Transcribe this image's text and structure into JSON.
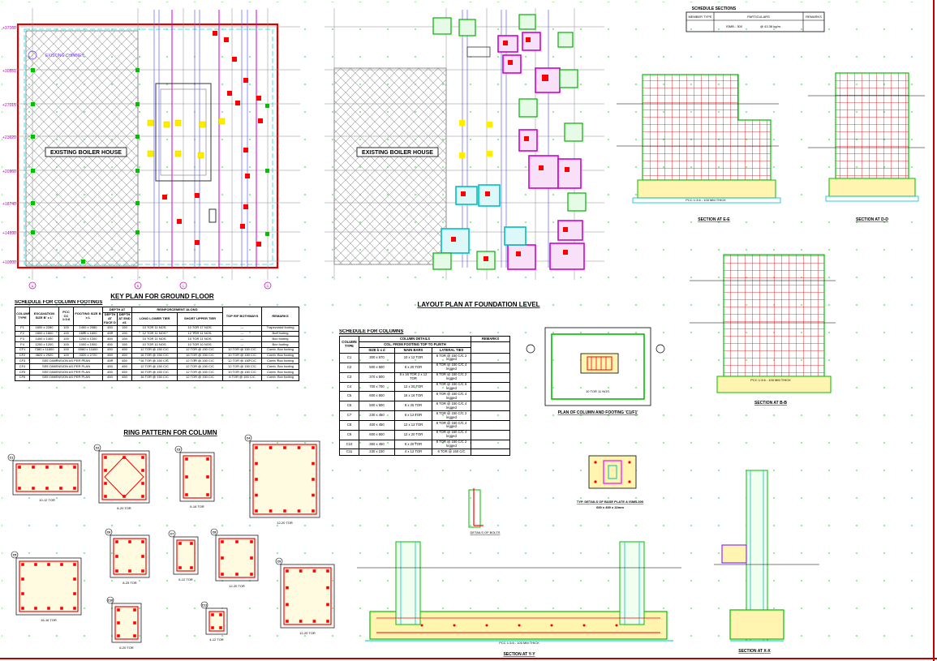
{
  "key_plan": {
    "title": "KEY PLAN FOR GROUND FLOOR",
    "existing_chimney": "EXISTING CHIMNEY",
    "boiler_house": "EXISTING BOILER HOUSE",
    "levels": [
      "+37160",
      "+30551",
      "+27015",
      "+23620",
      "+20960",
      "+18740",
      "+14990",
      "+10000"
    ],
    "col_bubbles": [
      "A",
      "B",
      "C",
      "D"
    ]
  },
  "layout_plan": {
    "title": "LAYOUT PLAN AT FOUNDATION LEVEL",
    "boiler_house": "EXISTING BOILER HOUSE"
  },
  "footing_schedule": {
    "title": "SCHEDULE FOR COLUMN FOOTINGS",
    "headers": [
      "COLUMN TYPE",
      "EXCAVATION SIZE B' x L'",
      "PCC CC 1:3:6",
      "FOOTING SIZE B x L",
      "DEPTH AT FACE D",
      "DEPTH AT END d1",
      "LONG LOWER TIER",
      "SHORT UPPER TIER",
      "TOP R/F BOTHWAYS",
      "REMARKS"
    ],
    "group_depth": "DEPTH AT",
    "group_reinf": "REINFORCEMENT ALONG",
    "rows": [
      [
        "F1",
        "1600 x 2280",
        "100",
        "1400 x 2080",
        "450",
        "150",
        "10 TOR 11 NOS.",
        "10 TOR 17 NOS.",
        "---",
        "Trapezoidal footing"
      ],
      [
        "F2",
        "1800 x 1800",
        "100",
        "1600 x 1600",
        "450",
        "150",
        "12 TOR 11 NOS.",
        "12 TOR 11 NOS.",
        "---",
        "Box footing"
      ],
      [
        "F3",
        "1400 x 1400",
        "100",
        "1200 x 1200",
        "450",
        "150",
        "10 TOR 11 NOS.",
        "10 TOR 11 NOS.",
        "---",
        "Box footing"
      ],
      [
        "F4",
        "1200 x 1200",
        "100",
        "1000 x 1000",
        "450",
        "150",
        "10 TOR 10 NOS.",
        "10 TOR 10 NOS.",
        "---",
        "Box footing"
      ],
      [
        "CF1",
        "7380 x 11800",
        "100",
        "6980 x 11600",
        "450",
        "450",
        "12 TOR @ 150 C/C",
        "12 TOR @ 150 C/C",
        "10 TOR @ 150 C/C",
        "Comb. Box footing"
      ],
      [
        "CF2",
        "3820 x 2920",
        "100",
        "3320 x 2720",
        "450",
        "450",
        "16 TOR @ 150 C/C",
        "16 TOR @ 150 C/C",
        "10 TOR @ 150 C/C",
        "Comb. Box footing"
      ],
      [
        "CF3",
        "SEE DIMENSION AS PER PLAN",
        "",
        "",
        "450",
        "450",
        "16 TOR @ 150 C/C",
        "12 TOR @ 150 C/C",
        "12 TOR @ 150 C/C",
        "Comb. Box footing"
      ],
      [
        "CF4",
        "SEE DIMENSION AS PER PLAN",
        "",
        "",
        "450",
        "450",
        "12 TOR @ 150 C/C",
        "12 TOR @ 150 C/C",
        "12 TOR @ 150 C/C",
        "Comb. Box footing"
      ],
      [
        "CF5",
        "SEE DIMENSION AS PER PLAN",
        "",
        "",
        "450",
        "450",
        "16 TOR @ 150 C/C",
        "12 TOR @ 150 C/C",
        "10 TOR @ 150 C/C",
        "Comb. Box footing"
      ],
      [
        "CF6",
        "SEE DIMENSION AS PER PLAN",
        "",
        "",
        "450",
        "450",
        "16 TOR @ 150 C/C",
        "12 TOR @ 150 C/C",
        "8 TOR @ 150 C/C",
        "Comb. Box footing"
      ]
    ]
  },
  "ring_pattern": {
    "title": "RING PATTERN FOR COLUMN",
    "items": [
      {
        "tag": "C1",
        "bars": "10-12 TOR"
      },
      {
        "tag": "C2",
        "bars": "8-20 TOR"
      },
      {
        "tag": "C3",
        "bars": "6-16 TOR"
      },
      {
        "tag": "C4",
        "bars": "12-20 TOR"
      },
      {
        "tag": "C5",
        "bars": "16-16 TOR"
      },
      {
        "tag": "C6",
        "bars": "8-25 TOR"
      },
      {
        "tag": "C7",
        "bars": "6-12 TOR"
      },
      {
        "tag": "C8",
        "bars": "12-20 TOR"
      },
      {
        "tag": "C9",
        "bars": "12-20 TOR"
      },
      {
        "tag": "C10",
        "bars": "6-20 TOR"
      },
      {
        "tag": "C11",
        "bars": "4-12 TOR"
      }
    ]
  },
  "column_schedule": {
    "title": "SCHEDULE FOR COLUMNS",
    "h_column": "COLUMN TYPE",
    "h_details": "COLUMN DETAILS",
    "h_sub": "COL. FROM FOOTING TOP TO PLINTH",
    "h_remarks": "REMARKS",
    "h_size": "SIZE b x d",
    "h_main": "MAIN BARS",
    "h_ties": "LATERAL TIES",
    "rows": [
      [
        "C1",
        "300 x 670",
        "10 x 12 TOR",
        "8 TOR @ 150 C/C 2 legged"
      ],
      [
        "C2",
        "500 x 500",
        "8 x 20 TOR",
        "8 TOR @ 150 C/C 4 legged"
      ],
      [
        "C3",
        "370 x 500",
        "6 x 16 TOR 2 x 12 TOR",
        "8 TOR @ 150 C/C 2 legged"
      ],
      [
        "C4",
        "700 x 700",
        "12 x 20 TOR",
        "8 TOR @ 150 C/C 6 legged"
      ],
      [
        "C5",
        "600 x 600",
        "16 x 16 TOR",
        "8 TOR @ 150 C/C 4 legged"
      ],
      [
        "C6",
        "500 x 500",
        "8 x 25 TOR",
        "8 TOR @ 150 C/C 4 legged"
      ],
      [
        "C7",
        "230 x 450",
        "6 x 12 TOR",
        "8 TOR @ 150 C/C 2 legged"
      ],
      [
        "C8",
        "400 x 450",
        "12 x 12 TOR",
        "8 TOR @ 150 C/C 4 legged"
      ],
      [
        "C9",
        "600 x 600",
        "12 x 20 TOR",
        "8 TOR @ 150 C/C 4 legged"
      ],
      [
        "C10",
        "350 x 450",
        "6 x 20 TOR",
        "8 TOR @ 150 C/C 2 legged"
      ],
      [
        "C11",
        "230 x 230",
        "4 x 12 TOR",
        "8 TOR @ 150 C/C"
      ]
    ]
  },
  "schedule_sections": {
    "title": "SCHEDULE SECTIONS",
    "headers": [
      "MEMBER TYPE",
      "PARTICULARS",
      "REMARKS"
    ],
    "row": [
      "ISMB - 300",
      "@ 43.38 kg/m."
    ]
  },
  "sections": {
    "e_e": "SECTION AT E-E",
    "d_d": "SECTION AT D-D",
    "b_b": "SECTION AT B-B",
    "y_y": "SECTION AT Y-Y",
    "x_x": "SECTION AT X-X"
  },
  "plan_c1": "PLAN OF COLUMN AND FOOTING 'C1/F1'",
  "base_plate": "TYP. DETAILS OF BASE PLATE & ISMB-300",
  "base_plate_size": "600 x 400 x 22mm",
  "bolts": "DETAILS OF BOLTS",
  "pcc_note": "PCC 1:3:6 - 100 MM THICK",
  "bars_note": "10 TOR 11 NOS.",
  "colors": {
    "red": "#ff0000",
    "magenta": "#ff00ff",
    "green": "#00cc00",
    "cyan": "#00e5ee",
    "yellow": "#ffff00",
    "grey": "#808080",
    "purple": "#8000ff",
    "border": "#c00000"
  }
}
